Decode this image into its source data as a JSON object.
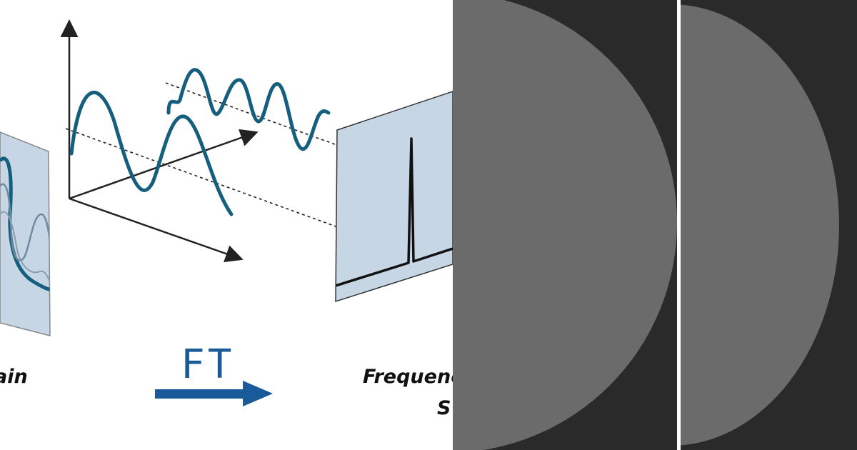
{
  "colors": {
    "wave": "#165e7e",
    "ft_blue": "#1a5a98",
    "plane_fill": "#c7d6e4",
    "axes": "#222222",
    "dark_bg": "#2a2a2a",
    "disc_gray": "#6b6b6b",
    "gap": "#ffffff"
  },
  "labels": {
    "domain_fragment": "ain",
    "frequency_fragment": "Frequenc",
    "s_fragment": "S",
    "ft": "FT"
  }
}
